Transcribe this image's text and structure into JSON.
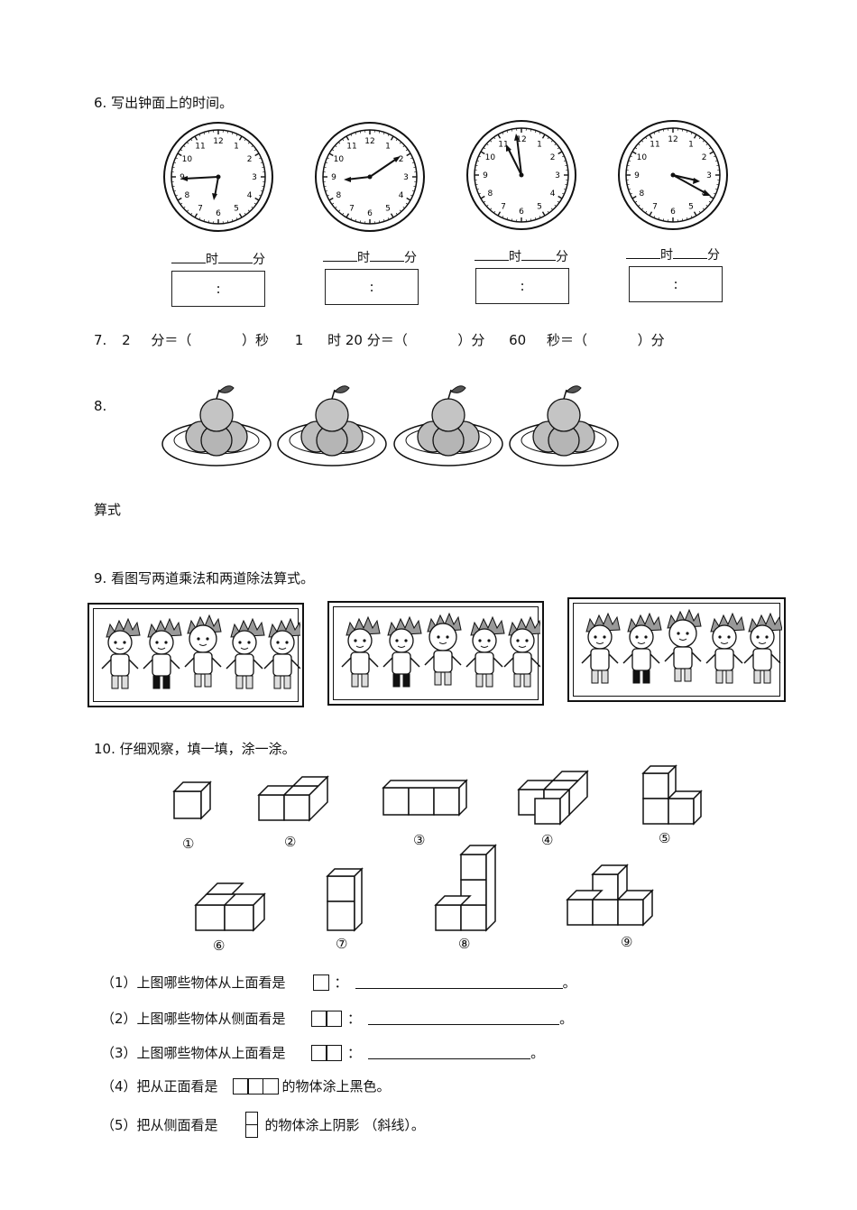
{
  "q6": {
    "title": "6.  写出钟面上的时间。",
    "clock_numbers": [
      "12",
      "1",
      "2",
      "3",
      "4",
      "5",
      "6",
      "7",
      "8",
      "9",
      "10",
      "11"
    ],
    "hour_label": "时",
    "minute_label": "分",
    "box_sep": ":"
  },
  "q7": {
    "num": "7.",
    "p1": "2",
    "p2": "分＝（",
    "p3": "）秒",
    "p4": "1",
    "p5": "时 20 分＝（",
    "p6": "）分",
    "p7": "60",
    "p8": "秒＝（",
    "p9": "）分"
  },
  "q8": {
    "num": "8.",
    "formula_label": "算式"
  },
  "q9": {
    "title": "9. 看图写两道乘法和两道除法算式。"
  },
  "q10": {
    "title": "10.  仔细观察，填一填，涂一涂。",
    "labels": [
      "①",
      "②",
      "③",
      "④",
      "⑤",
      "⑥",
      "⑦",
      "⑧",
      "⑨"
    ],
    "sub1_a": "（1）上图哪些物体从上面看是",
    "sub1_b": "：",
    "sub1_end": "。",
    "sub2_a": "（2）上图哪些物体从侧面看是",
    "sub2_b": "：",
    "sub2_end": "。",
    "sub3_a": "（3）上图哪些物体从上面看是",
    "sub3_b": "：",
    "sub3_end": "。",
    "sub4_a": "（4）把从正面看是",
    "sub4_b": "的物体涂上黑色。",
    "sub5_a": "（5）把从侧面看是",
    "sub5_b": "的物体涂上阴影 （斜线）。"
  }
}
